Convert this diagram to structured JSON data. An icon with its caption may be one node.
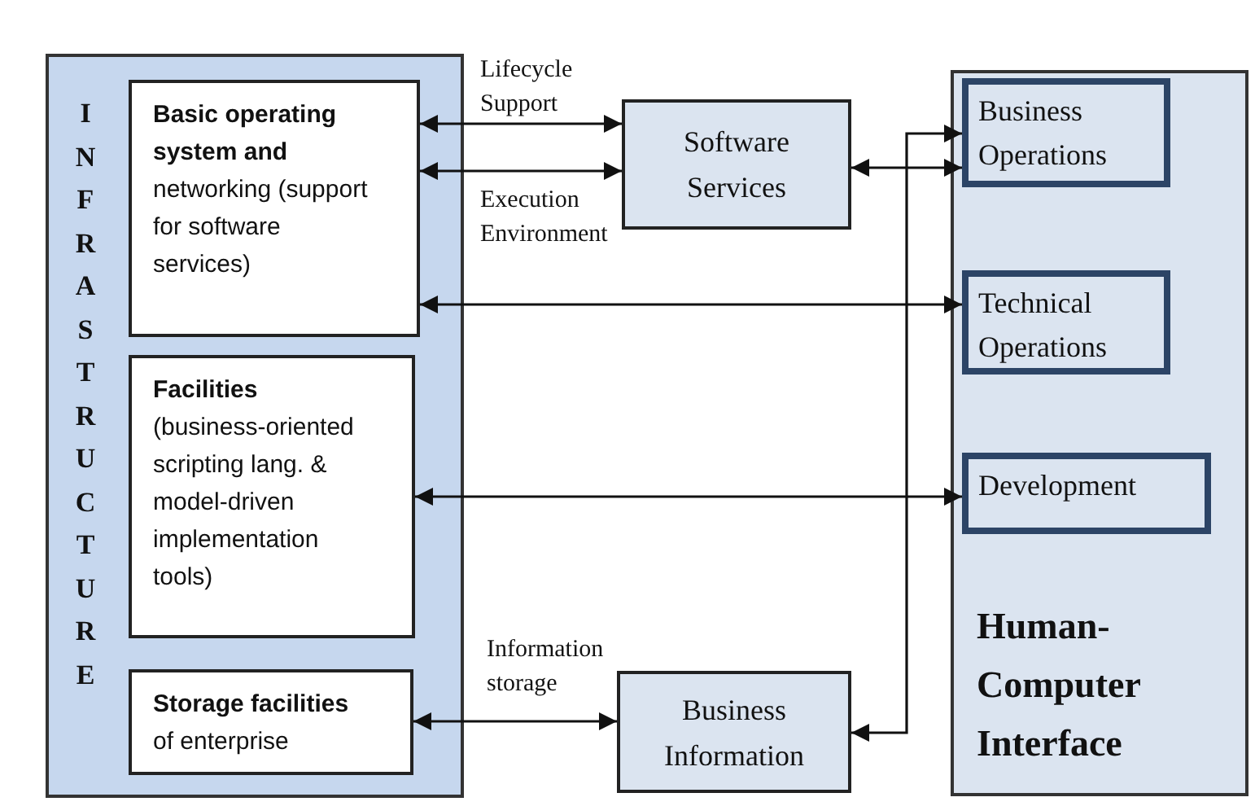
{
  "diagram": {
    "nodes": [
      {
        "text": [
          "INFRASTRUCTURE"
        ]
      },
      {
        "text": [
          "Basic operating system and",
          "networking (support for software services)"
        ],
        "in": 0
      },
      {
        "text": [
          "Facilities",
          "(business-oriented scripting lang. & model-driven implementation tools)"
        ],
        "in": 0
      },
      {
        "text": [
          "Storage facilities",
          "of enterprise"
        ],
        "in": 0
      },
      {
        "text": [
          "Software Services"
        ]
      },
      {
        "text": [
          "Business Information"
        ]
      },
      {
        "text": [
          "Human-Computer Interface"
        ]
      },
      {
        "text": [
          "Business Operations"
        ],
        "in": 6
      },
      {
        "text": [
          "Technical Operations"
        ],
        "in": 6
      },
      {
        "text": [
          "Development"
        ],
        "in": 6
      }
    ],
    "edges": [
      {
        "from": 1,
        "to": 4,
        "arrow": "both",
        "label": "Lifecycle Support"
      },
      {
        "from": 1,
        "to": 4,
        "arrow": "both",
        "label": "Execution Environment"
      },
      {
        "from": 4,
        "to": 7,
        "arrow": "both"
      },
      {
        "from": 1,
        "to": 8,
        "arrow": "both"
      },
      {
        "from": 2,
        "to": 9,
        "arrow": "both"
      },
      {
        "from": 5,
        "to": 7,
        "arrow": "both"
      },
      {
        "from": 3,
        "to": 5,
        "arrow": "both",
        "label": "Information storage"
      }
    ]
  }
}
